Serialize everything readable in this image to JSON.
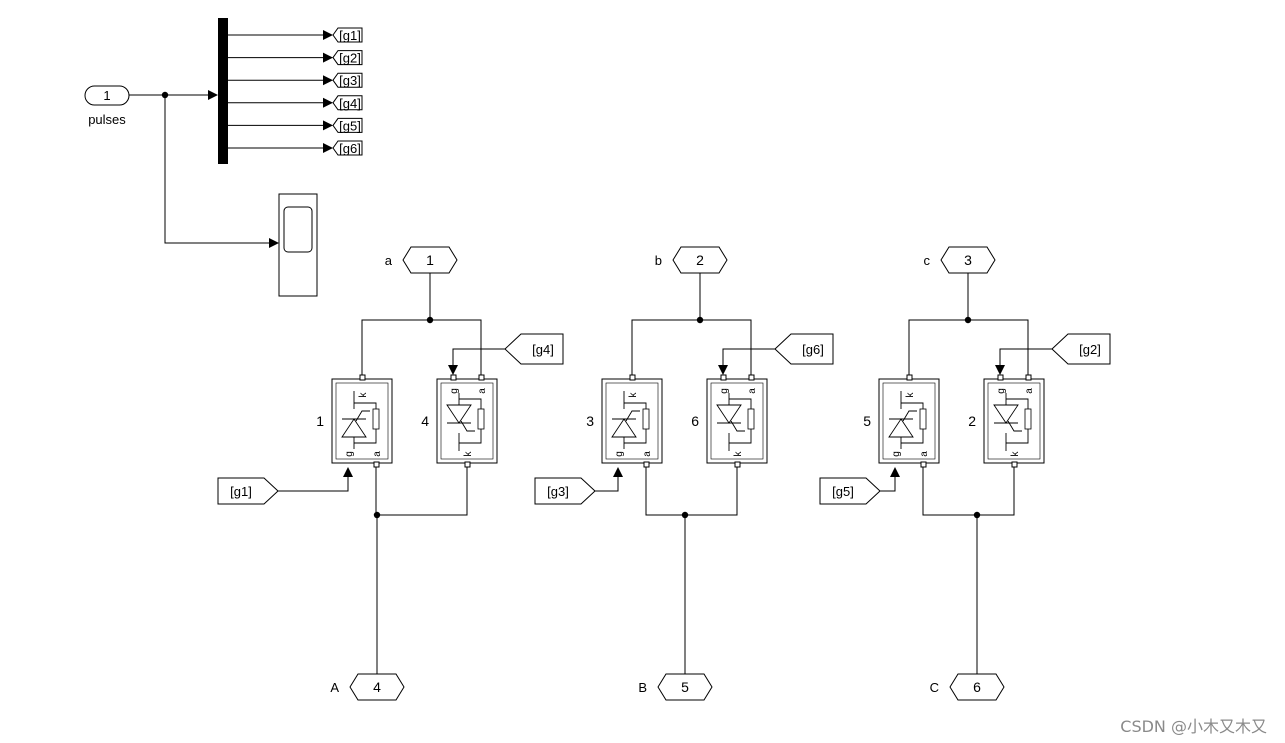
{
  "inport": {
    "number": "1",
    "label": "pulses"
  },
  "demux_outputs": [
    "[g1]",
    "[g2]",
    "[g3]",
    "[g4]",
    "[g5]",
    "[g6]"
  ],
  "phase_inputs": [
    {
      "port": "1",
      "label": "a"
    },
    {
      "port": "2",
      "label": "b"
    },
    {
      "port": "3",
      "label": "c"
    }
  ],
  "phase_outputs": [
    {
      "port": "4",
      "label": "A"
    },
    {
      "port": "5",
      "label": "B"
    },
    {
      "port": "6",
      "label": "C"
    }
  ],
  "thyristors": [
    {
      "number": "1",
      "gate": "[g1]"
    },
    {
      "number": "4",
      "gate": "[g4]"
    },
    {
      "number": "3",
      "gate": "[g3]"
    },
    {
      "number": "6",
      "gate": "[g6]"
    },
    {
      "number": "5",
      "gate": "[g5]"
    },
    {
      "number": "2",
      "gate": "[g2]"
    }
  ],
  "port_letters": {
    "gate": "g",
    "anode": "a",
    "cathode": "k"
  },
  "watermark": "CSDN @小木又木又"
}
